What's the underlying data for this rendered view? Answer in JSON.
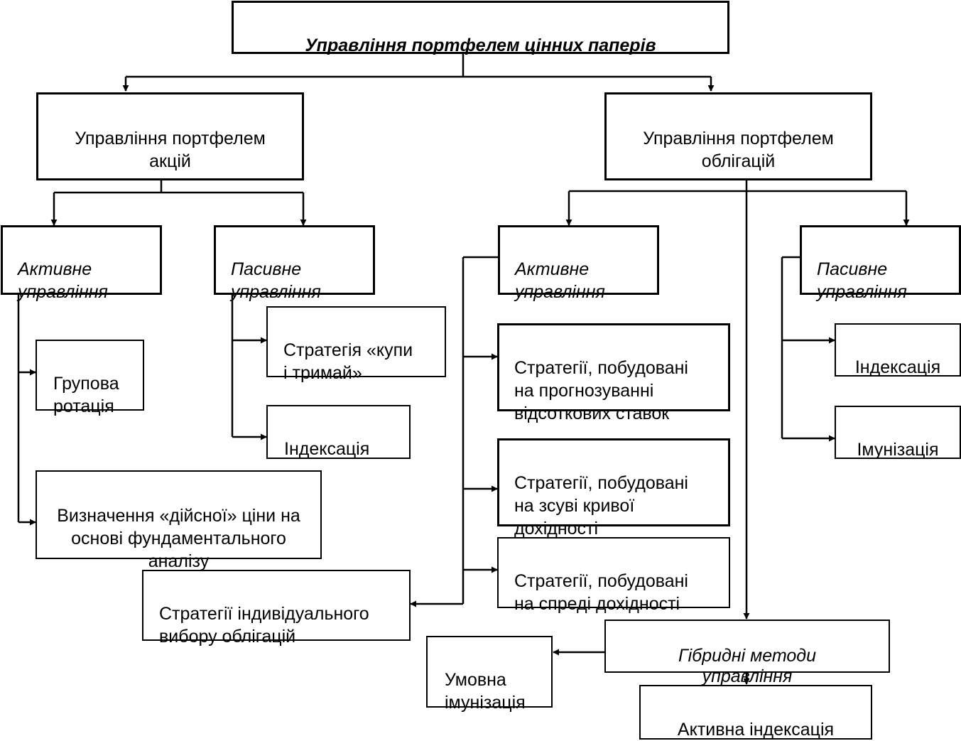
{
  "root": {
    "label": "Управління портфелем цінних паперів"
  },
  "stocks": {
    "label": "Управління портфелем\nакцій",
    "active": {
      "label": "Активне\nуправління",
      "items": [
        "Групова\nротація",
        "Визначення «дійсної» ціни на\nоснові фундаментального\nаналізу"
      ]
    },
    "passive": {
      "label": "Пасивне\nуправління",
      "items": [
        "Стратегія «купи\nі тримай»",
        "Індексація"
      ]
    }
  },
  "bonds": {
    "label": "Управління портфелем\nоблігацій",
    "active": {
      "label": "Активне\nуправління",
      "items": [
        "Стратегії, побудовані\nна прогнозуванні\nвідсоткових ставок",
        "Стратегії, побудовані\nна зсуві кривої\nдохідності",
        "Стратегії, побудовані\nна спреді дохідності",
        "Стратегії індивідуального\nвибору облігацій"
      ]
    },
    "passive": {
      "label": "Пасивне\nуправління",
      "items": [
        "Індексація",
        "Імунізація"
      ]
    },
    "hybrid": {
      "label": "Гібридні методи\nуправління",
      "items": [
        "Умовна\nімунізація",
        "Активна індексація"
      ]
    }
  }
}
